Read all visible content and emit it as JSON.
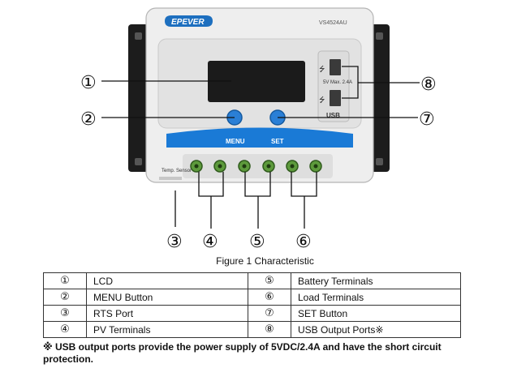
{
  "brand": "EPEVER",
  "model": "VS4524AU",
  "buttons": {
    "menu": "MENU",
    "set": "SET"
  },
  "device_text": {
    "temp_sensor": "Temp. Sensor",
    "usb_label": "USB",
    "usb_rating": "5V Max. 2.4A"
  },
  "callouts": [
    "①",
    "②",
    "③",
    "④",
    "⑤",
    "⑥",
    "⑦",
    "⑧"
  ],
  "caption": "Figure 1 Characteristic",
  "table": {
    "rows": [
      {
        "left_num": "①",
        "left_label": "LCD",
        "right_num": "⑤",
        "right_label": "Battery Terminals"
      },
      {
        "left_num": "②",
        "left_label": "MENU Button",
        "right_num": "⑥",
        "right_label": "Load Terminals"
      },
      {
        "left_num": "③",
        "left_label": "RTS Port",
        "right_num": "⑦",
        "right_label": "SET Button"
      },
      {
        "left_num": "④",
        "left_label": "PV Terminals",
        "right_num": "⑧",
        "right_label": "USB Output Ports※"
      }
    ]
  },
  "footnote": "※  USB output ports provide the power supply of 5VDC/2.4A and have the short circuit protection."
}
